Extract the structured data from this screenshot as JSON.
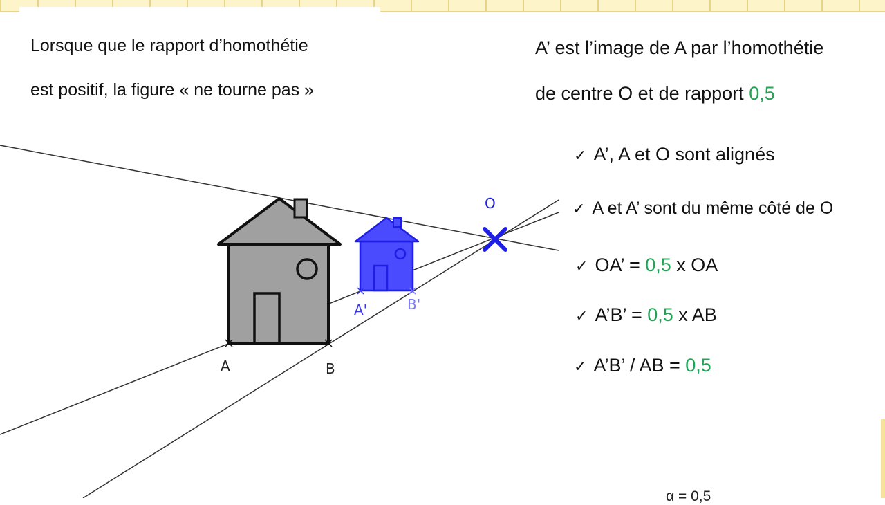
{
  "intro": {
    "line1": "Lorsque que le rapport d’homothétie",
    "line2": "est positif, la figure « ne tourne pas »"
  },
  "definition": {
    "line1": "A’ est l’image de A par l’homothétie",
    "line2_prefix": "de centre O et de rapport ",
    "ratio": "0,5"
  },
  "checklist": [
    {
      "check": "✓",
      "before": "A’, A et O sont alignés",
      "value": "",
      "after": ""
    },
    {
      "check": "✓",
      "before": "A et A’ sont du même côté de O",
      "value": "",
      "after": ""
    },
    {
      "check": "✓",
      "before": "OA’ = ",
      "value": "0,5",
      "after": " x OA"
    },
    {
      "check": "✓",
      "before": "A’B’ = ",
      "value": "0,5",
      "after": " x AB"
    },
    {
      "check": "✓",
      "before": "A’B’ / AB = ",
      "value": "0,5",
      "after": ""
    }
  ],
  "figure": {
    "labels": {
      "A": "A",
      "B": "B",
      "A_prime": "A'",
      "B_prime": "B'",
      "O": "O"
    }
  },
  "bottom_label": "α = 0,5",
  "colors": {
    "image_fill": "#4a4aff",
    "image_stroke": "#1e1ee6",
    "original_fill": "#a0a0a0",
    "ratio_green": "#22a455",
    "center_mark": "#1e1ee6"
  }
}
